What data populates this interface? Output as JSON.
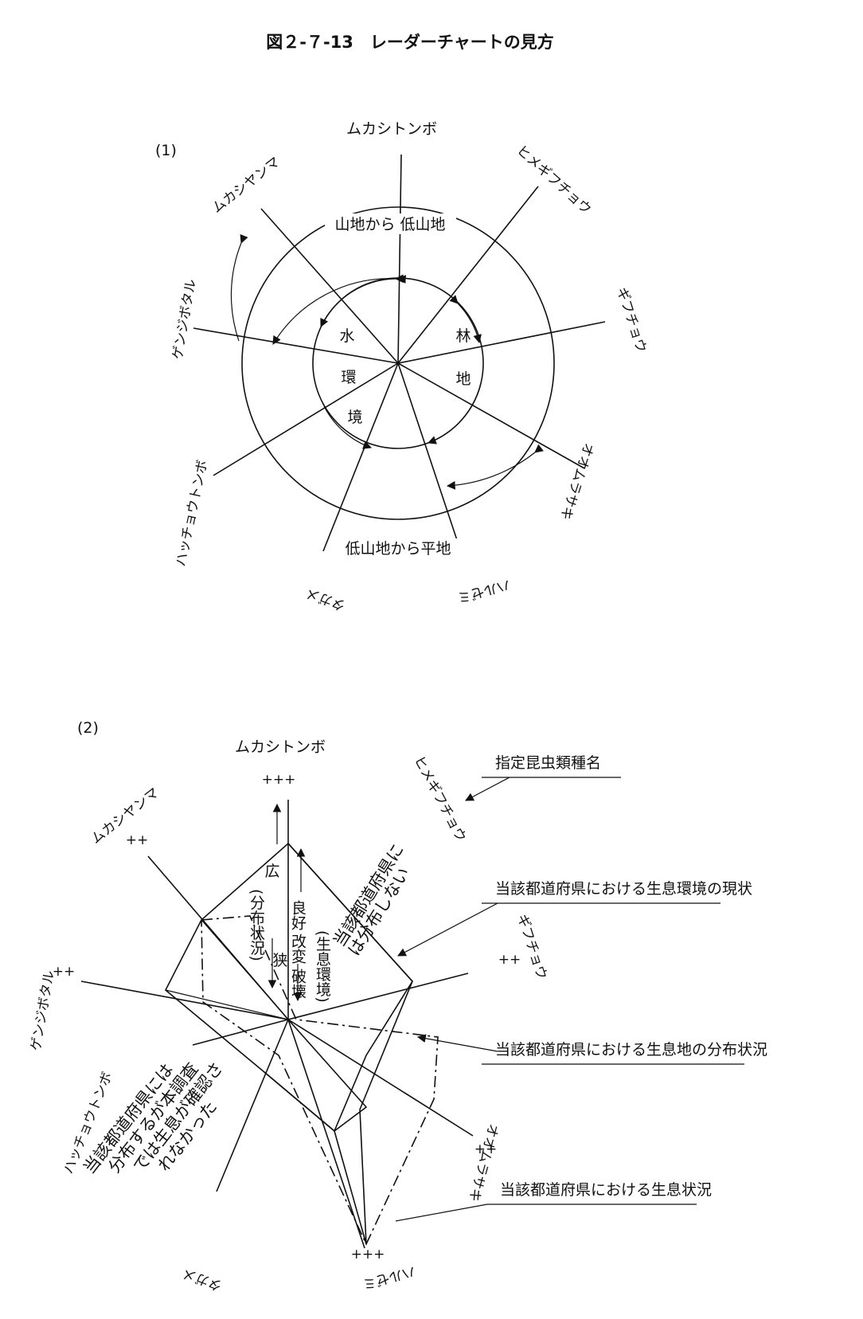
{
  "figure_title": "図２-７-13　レーダーチャートの見方",
  "species": {
    "mukashitonbo": "ムカシトンボ",
    "himegifucho": "ヒメギフチョウ",
    "gifucho": "ギフチョウ",
    "oomurasaki": "オオムラサキ",
    "harumizemi": "ハルゼミ",
    "tagame": "タガメ",
    "hatchotonbo": "ハッチョウトンボ",
    "genjibotaru": "ゲンジボタル",
    "mukashiyanma": "ムカシヤンマ"
  },
  "chart1": {
    "label": "(1)",
    "mountain_to_low": "山地から 低山地",
    "low_to_plain": "低山地から平地",
    "water_env": [
      "水",
      "環",
      "境"
    ],
    "forest": [
      "林",
      "地"
    ]
  },
  "chart2": {
    "label": "(2)",
    "marks": {
      "mukashitonbo": "+++",
      "mukashiyanma": "++",
      "gifucho": "++",
      "genjibotaru": "++",
      "oomurasaki": "++",
      "harumizemi": "+++"
    },
    "wide": "広",
    "narrow": "狭",
    "good": "良好",
    "altered": "改変",
    "destroyed": "破壊",
    "distribution_status": "(分布状況)",
    "habitat_env": "(生息環境)",
    "not_distributed": [
      "当該都道府県に",
      "は分布しない"
    ],
    "not_confirmed": [
      "当該都道府県には",
      "分布するが本調査",
      "では生息が確認さ",
      "れなかった"
    ],
    "callout_species_name": "指定昆虫類種名",
    "callout_env_status": "当該都道府県における生息環境の現状",
    "callout_distribution": "当該都道府県における生息地の分布状況",
    "callout_habitat_status": "当該都道府県における生息状況"
  }
}
